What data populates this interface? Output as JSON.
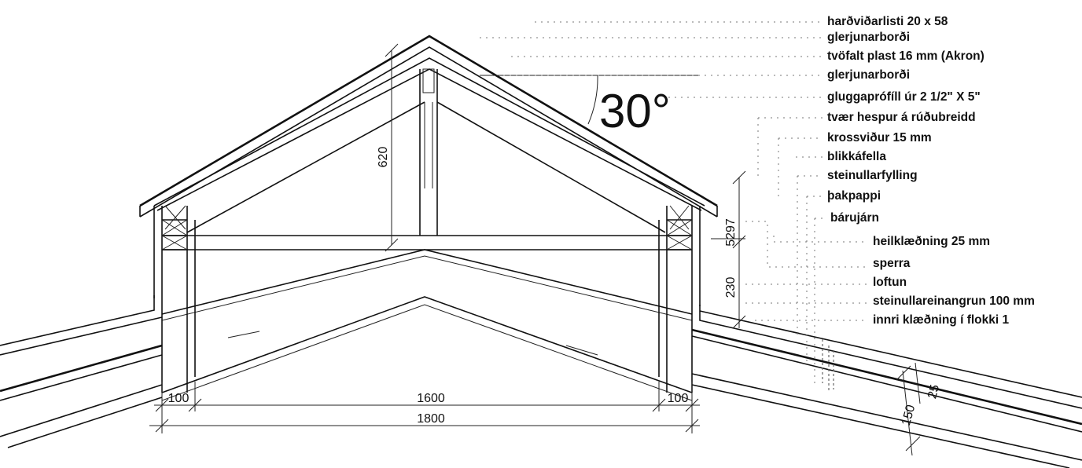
{
  "angle_label": "30°",
  "labels": [
    "harðviðarlisti 20 x 58",
    "glerjunarborði",
    "tvöfalt plast 16 mm (Akron)",
    "glerjunarborði",
    "gluggaprófíll úr 2 1/2\" X 5\"",
    "tvær hespur á rúðubreidd",
    "krossviður 15 mm",
    "blikkáfella",
    "steinullarfylling",
    "þakpappi",
    "bárujárn",
    "heilklæðning 25 mm",
    "sperra",
    "loftun",
    "steinullareinangrun 100 mm",
    "innri klæðning í flokki 1"
  ],
  "dimensions": {
    "ridge_height": "620",
    "wall_upper": "5297",
    "wall_lower": "230",
    "left_post": "100",
    "inner_span": "1600",
    "right_post": "100",
    "total_span": "1800",
    "roof_thickness": "150",
    "sheathing": "25"
  }
}
